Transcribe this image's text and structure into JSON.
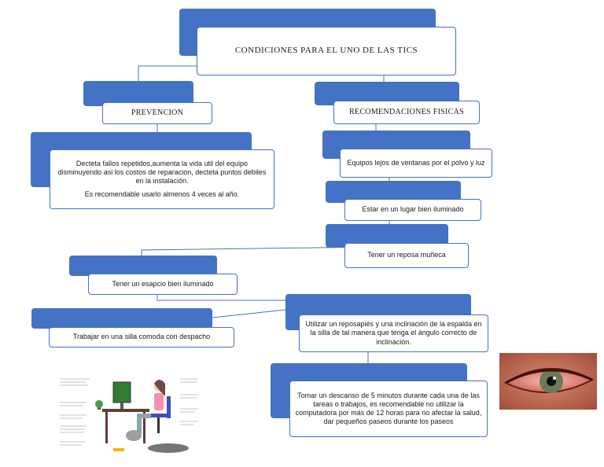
{
  "title": "CONDICIONES PARA EL UNO DE LAS TICS",
  "branches": {
    "prevencion": {
      "label": "PREVENCION",
      "detail_1": "Decteta fallos repetidos,aumenta la vida util del equipo disminuyendo asi los costos de reparacion, decteta puntos debiles en la instalación.",
      "detail_2": "Es recomendable usarlo almenos 4 veces al año."
    },
    "recomendaciones": {
      "label": "RECOMENDACIONES FISICAS",
      "items": [
        "Equipos lejos de ventanas por el polvo y luz",
        "Estar en un lugar bien iluminado",
        "Tener un reposa muñeca",
        "Tener un esapcio bien iluminado",
        "Trabajar en una silla comoda con despacho",
        "Utilizar un reposapiés y una inclinación de la espalda en la silla de tal manera que tenga el ángulo correcto de inclinación.",
        "Tomar un descanso de 5 minutos durante cada una de las tareas o trabajos, es recomendable no utilizar la computadora por más de 12 horas para no afectar la salud, dar pequeños paseos durante los paseos"
      ]
    }
  },
  "colors": {
    "accent": "#4472c4",
    "line": "#4472c4"
  }
}
